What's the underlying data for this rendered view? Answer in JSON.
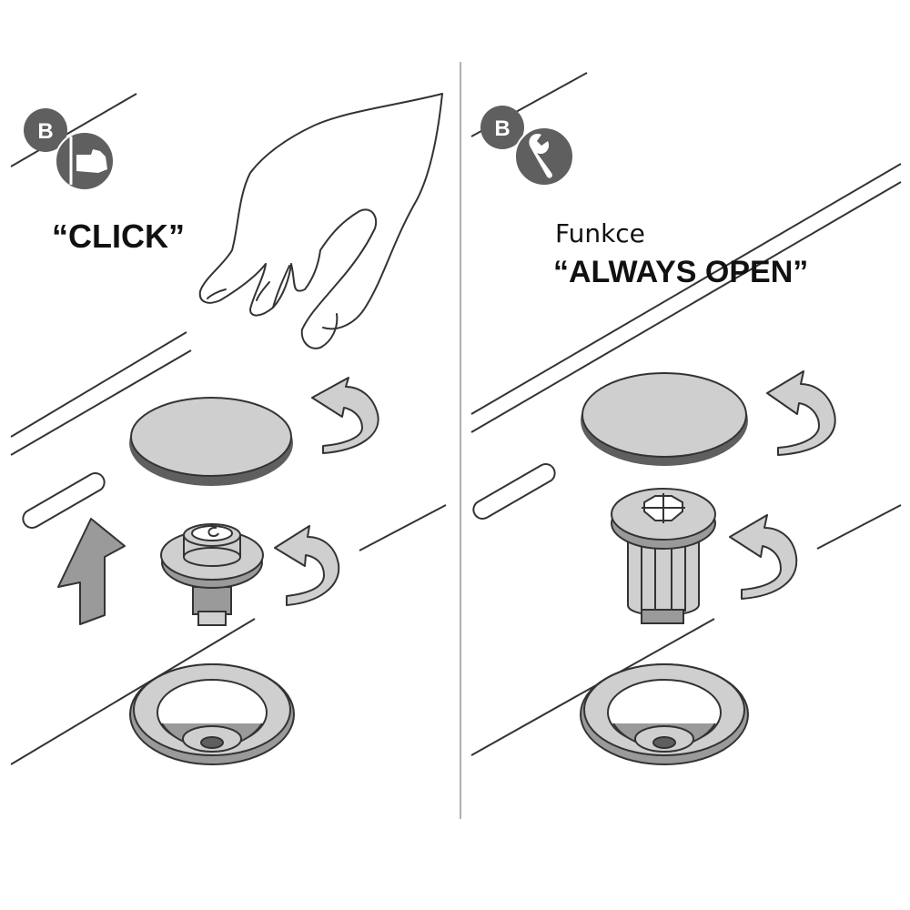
{
  "left_panel": {
    "step_badge": "B",
    "step_icon": "hand-press-icon",
    "title": "“CLICK”"
  },
  "right_panel": {
    "step_badge": "B",
    "step_icon": "wrench-icon",
    "subtitle": "Funkce",
    "title": "“ALWAYS OPEN”"
  },
  "colors": {
    "part_fill": "#cfcfcf",
    "part_dark": "#9a9a9a",
    "badge_fill": "#5f5f5f",
    "line": "#333333",
    "divider": "#b0b0b0"
  }
}
